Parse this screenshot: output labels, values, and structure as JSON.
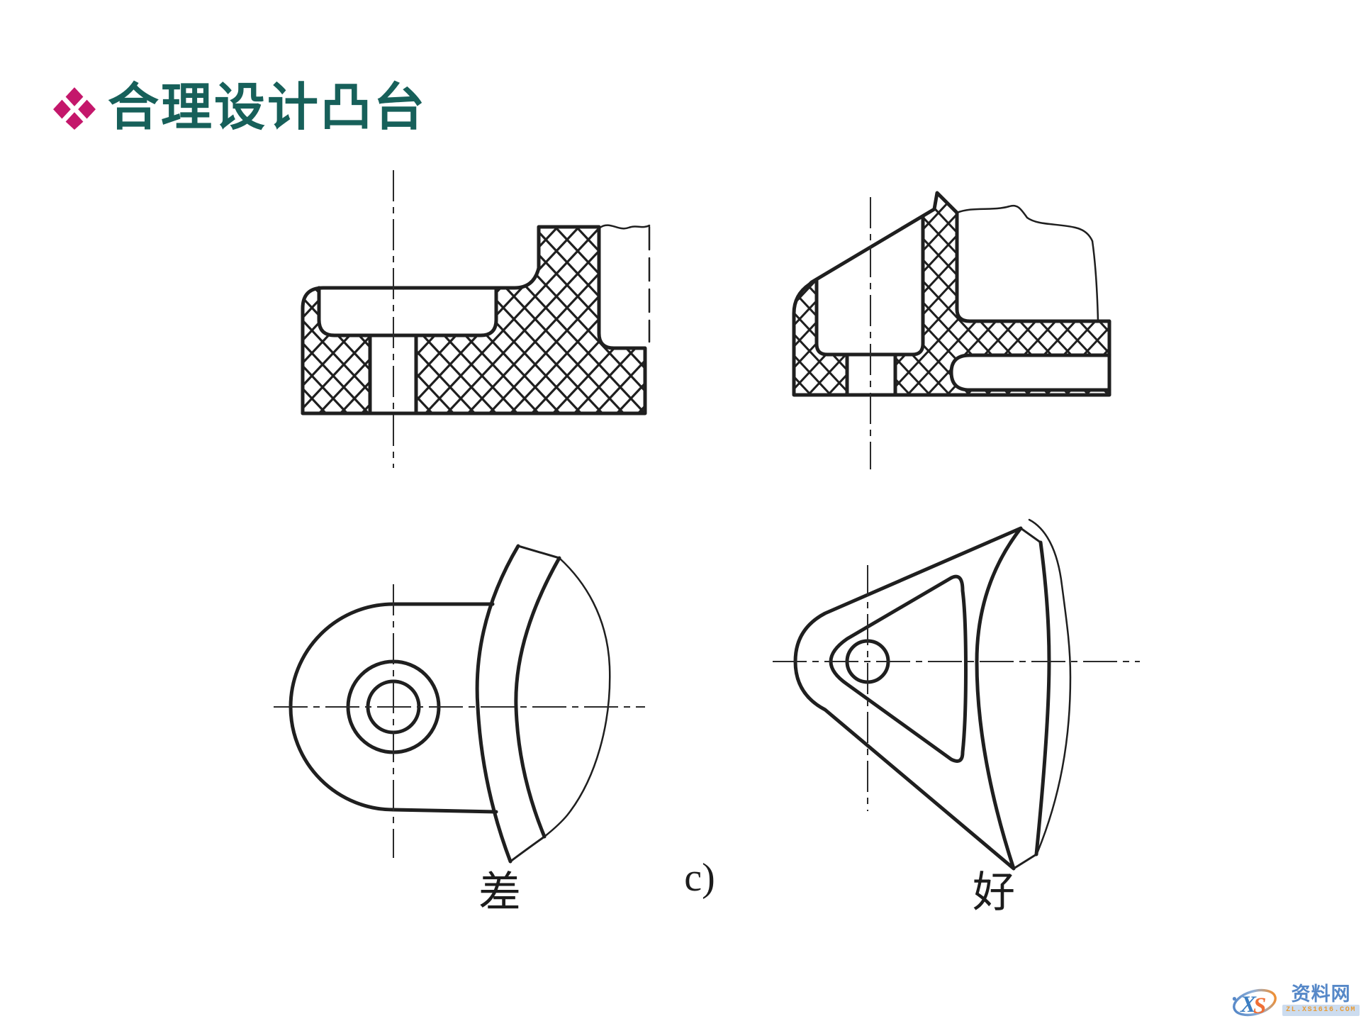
{
  "slide": {
    "title": "合理设计凸台",
    "bullet_glyph": "❖"
  },
  "figure_labels": {
    "bad": "差",
    "panel_index": "c)",
    "good": "好"
  },
  "figures": {
    "top_left": "section-view-bad",
    "top_right": "section-view-good",
    "bottom_left": "plan-view-bad",
    "bottom_right": "plan-view-good"
  },
  "watermark": {
    "logo_text_x": "X",
    "logo_text_s": "S",
    "site_name": "资料网",
    "site_url": "ZL.XS1616.COM"
  },
  "colors": {
    "title": "#17605a",
    "bullet": "#c4176b",
    "line": "#1f1f1f",
    "centerline": "#2a2a2a",
    "wm-blue": "#5688c8",
    "wm-orange": "#ee8f35",
    "wm-badge-bg": "#ccdcef",
    "wm-badge-text": "#e99b33"
  }
}
